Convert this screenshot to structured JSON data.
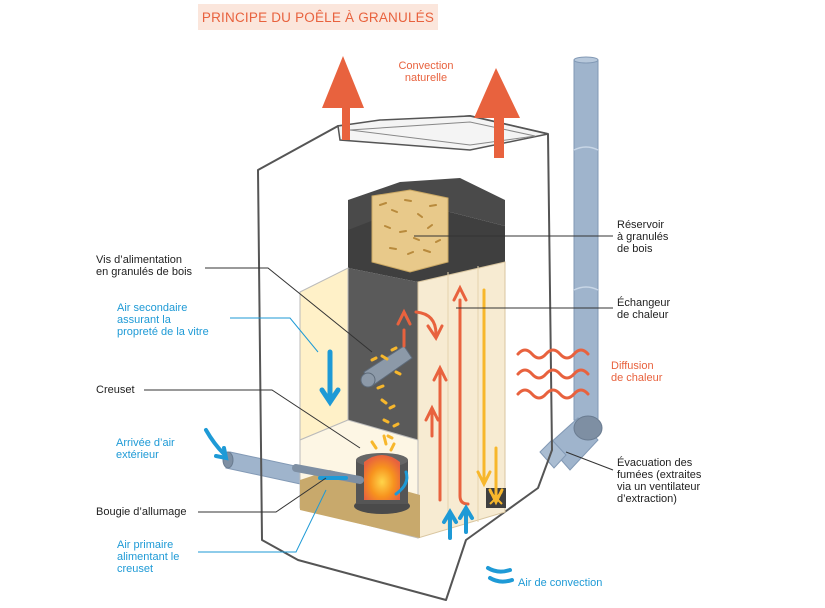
{
  "title": "PRINCIPE DU POÊLE À GRANULÉS",
  "colors": {
    "red": "#e8623e",
    "blue": "#1e9ad6",
    "yellow": "#f7b72c",
    "body_outline": "#555555",
    "dark_gray": "#4a4a4a",
    "cream": "#f7ebd2",
    "pellets": "#e8c98a",
    "flue": "#9fb4cc",
    "title_bg": "#fbe6dc"
  },
  "labels": {
    "convection_naturelle": "Convection\nnaturelle",
    "vis_alimentation": "Vis d’alimentation\nen granulés de bois",
    "air_secondaire": "Air secondaire\nassurant la\npropreté de la vitre",
    "creuset": "Creuset",
    "arrivee_air": "Arrivée d’air\nextérieur",
    "bougie": "Bougie d’allumage",
    "air_primaire": "Air primaire\nalimentant le\ncreuset",
    "reservoir": "Réservoir\nà granulés\nde bois",
    "echangeur": "Échangeur\nde chaleur",
    "diffusion": "Diffusion\nde chaleur",
    "evacuation": "Évacuation des\nfumées (extraites\nvia un ventilateur\nd’extraction)",
    "air_convection": "Air de convection"
  }
}
